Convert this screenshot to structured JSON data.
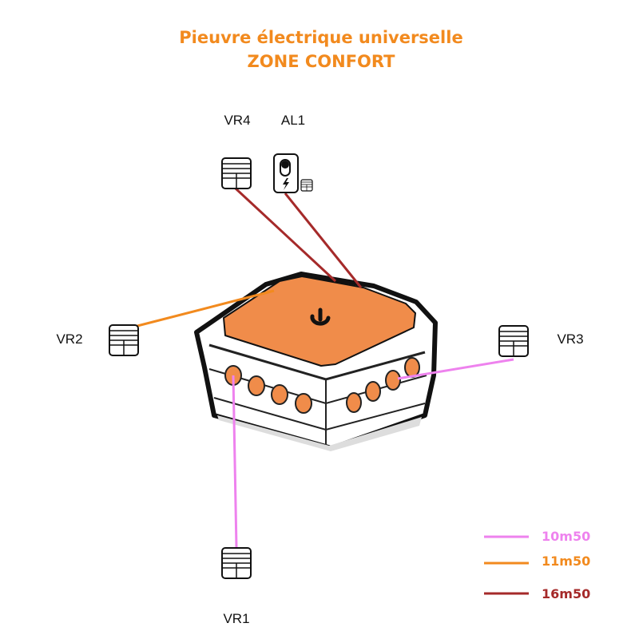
{
  "title": {
    "line1": "Pieuvre électrique universelle",
    "line2": "ZONE CONFORT"
  },
  "devices": {
    "vr1": {
      "label": "VR1",
      "icon": "window-shutter-icon"
    },
    "vr2": {
      "label": "VR2",
      "icon": "window-shutter-icon"
    },
    "vr3": {
      "label": "VR3",
      "icon": "window-shutter-icon"
    },
    "vr4": {
      "label": "VR4",
      "icon": "window-shutter-icon"
    },
    "al1": {
      "label": "AL1",
      "icon": "shutter-power-switch-icon"
    }
  },
  "hub": {
    "icon": "power-logo-icon"
  },
  "legend": [
    {
      "label": "10m50",
      "color": "#ee82ee"
    },
    {
      "label": "11m50",
      "color": "#f28a1e"
    },
    {
      "label": "16m50",
      "color": "#a52a2a"
    }
  ],
  "colors": {
    "title": "#f28a1e",
    "hub_body": "#f08c4a",
    "hub_outline": "#111111",
    "port_fill": "#f08c4a"
  }
}
